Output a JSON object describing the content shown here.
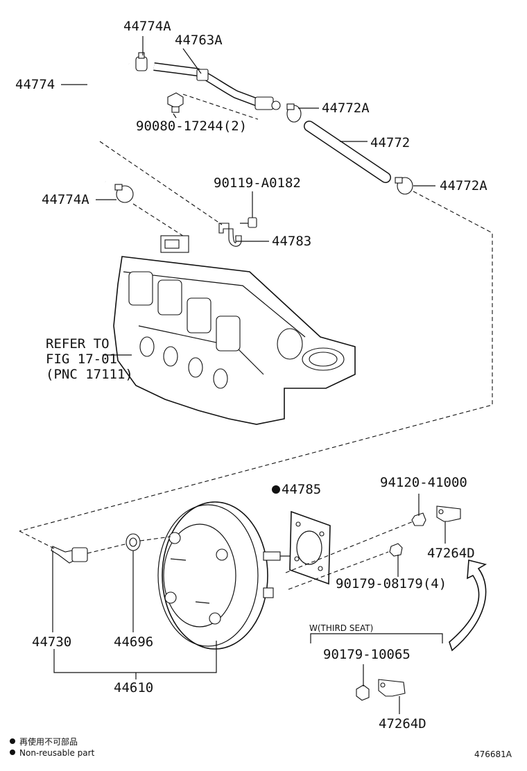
{
  "labels": {
    "p44774A_top": "44774A",
    "p44763A": "44763A",
    "p44774": "44774",
    "p44772A_upper": "44772A",
    "p90080": "90080-17244(2)",
    "p44772": "44772",
    "p90119": "90119-A0182",
    "p44772A_lower": "44772A",
    "p44774A_left": "44774A",
    "p44783": "44783",
    "refer_1": "REFER TO",
    "refer_2": "FIG 17-01",
    "refer_3": "(PNC 17111)",
    "p44785": "44785",
    "p94120": "94120-41000",
    "p47264D_upper": "47264D",
    "p90179_08179": "90179-08179(4)",
    "p44730": "44730",
    "p44696": "44696",
    "p44610": "44610",
    "third_seat": "W(THIRD SEAT)",
    "p90179_10065": "90179-10065",
    "p47264D_lower": "47264D"
  },
  "legend": {
    "line1": "再使用不可部品",
    "line2": "Non-reusable part"
  },
  "diagram_id": "476681A"
}
